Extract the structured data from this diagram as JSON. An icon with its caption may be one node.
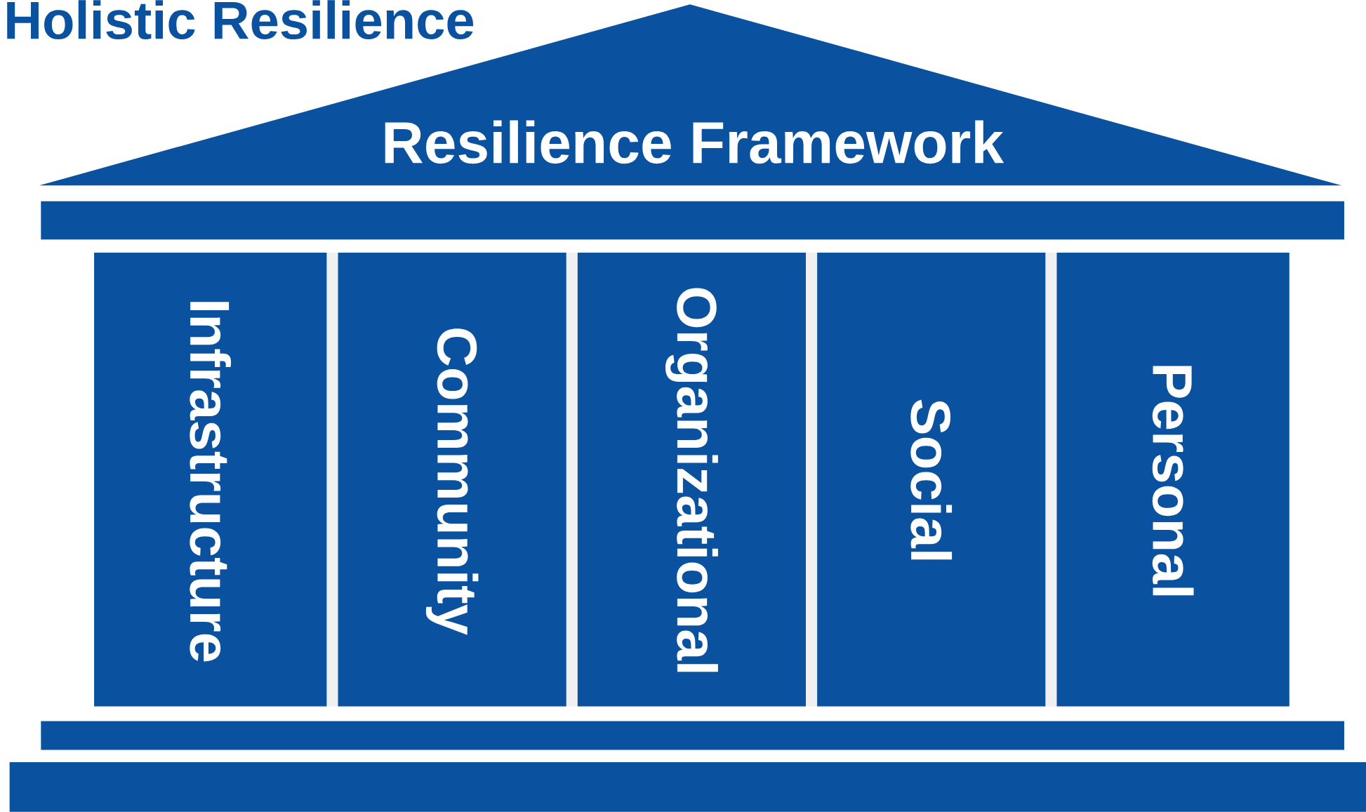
{
  "diagram": {
    "title": "Holistic Resilience",
    "nodes": [
      {
        "text": [
          "Resilience Framework"
        ]
      },
      {
        "text": [],
        "shape": "bar"
      },
      {
        "text": [
          "Infrastructure"
        ]
      },
      {
        "text": [
          "Community"
        ]
      },
      {
        "text": [
          "Organizational"
        ]
      },
      {
        "text": [
          "Social"
        ]
      },
      {
        "text": [
          "Personal"
        ]
      },
      {
        "text": [],
        "shape": "bar"
      },
      {
        "text": [],
        "shape": "bar"
      }
    ]
  }
}
